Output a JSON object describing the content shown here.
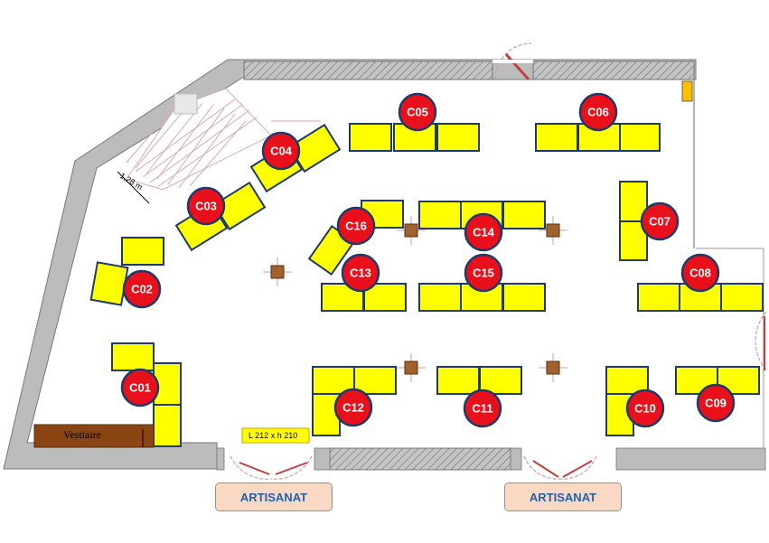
{
  "colors": {
    "wall": "#b7b7b7",
    "hatch": "#7a7a7a",
    "floor": "#ffffff",
    "table": "#ffff00",
    "table_border": "#1f3a68",
    "marker_fill": "#e8101a",
    "marker_border": "#1f3a68",
    "pillar": "#a0612a",
    "door": "#d99b9b",
    "vestiaire": "#8b4513",
    "entry_fill": "#f9d9c3",
    "entry_text": "#2462a8"
  },
  "stands": [
    "C01",
    "C02",
    "C03",
    "C04",
    "C05",
    "C06",
    "C07",
    "C08",
    "C09",
    "C10",
    "C11",
    "C12",
    "C13",
    "C14",
    "C15",
    "C16"
  ],
  "labels": {
    "vestiaire": "Vestiaire",
    "door_size": "L 212 x h 210",
    "stair_width": "1,28 m"
  },
  "entrances": [
    "ARTISANAT",
    "ARTISANAT"
  ]
}
